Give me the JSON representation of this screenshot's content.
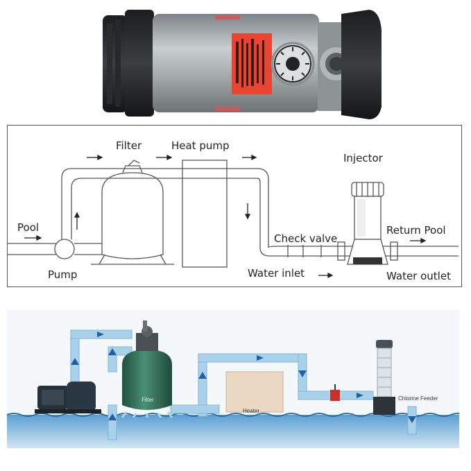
{
  "schematic": {
    "labels": {
      "pool": "Pool",
      "pump": "Pump",
      "filter": "Filter",
      "heat_pump": "Heat pump",
      "injector": "Injector",
      "check_valve": "Check valve",
      "return_pool": "Return Pool",
      "water_inlet": "Water inlet",
      "water_outlet": "Water outlet"
    }
  },
  "illustration": {
    "labels": {
      "filter": "Filter",
      "heater": "Heater",
      "chlorine_feeder": "Chlorine Feeder"
    }
  },
  "colors": {
    "pipe_blue": "#a9d2ea",
    "arrow_blue": "#1f5fa8",
    "water_blue": "#4a90c8",
    "filter_green": "#2e6b55",
    "heater_tan": "#ead8c2",
    "label_red": "#e8442f"
  }
}
